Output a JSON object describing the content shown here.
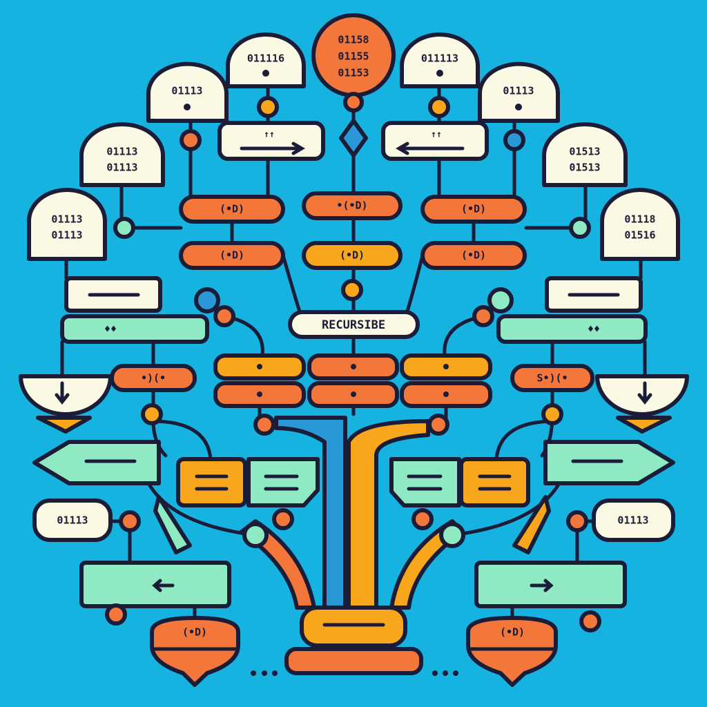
{
  "title": "RECURSIBE",
  "root_node": {
    "lines": [
      "01158",
      "01155",
      "01153"
    ]
  },
  "upper_domes": {
    "top_left": "011116",
    "top_right": "011113",
    "second_left": "01113",
    "second_right": "01113",
    "third_left": [
      "01113",
      "01113"
    ],
    "third_right": [
      "01513",
      "01513"
    ],
    "outer_left": [
      "01113",
      "01113"
    ],
    "outer_right": [
      "01118",
      "01516"
    ]
  },
  "lower_domes": {
    "left": "01113",
    "right": "01113"
  },
  "pills": {
    "center_top": "•(•D)",
    "center_yellow": "(•D)",
    "left_top": "(•D)",
    "left_bottom": "(•D)",
    "right_top": "(•D)",
    "right_bottom": "(•D)",
    "side_left": "•)(•",
    "side_right": "S•)(•",
    "bowl_left": "(•D)",
    "bowl_right": "(•D)"
  },
  "markers": {
    "up_arrows": "↑↑",
    "diamonds": "♦♦"
  },
  "colors": {
    "background": "#17b3e0",
    "outline": "#1b1d38",
    "cream": "#fbf8e4",
    "orange": "#f3773a",
    "yellow": "#f8a61c",
    "mint": "#8fe9c2",
    "blue": "#2a98d6"
  }
}
